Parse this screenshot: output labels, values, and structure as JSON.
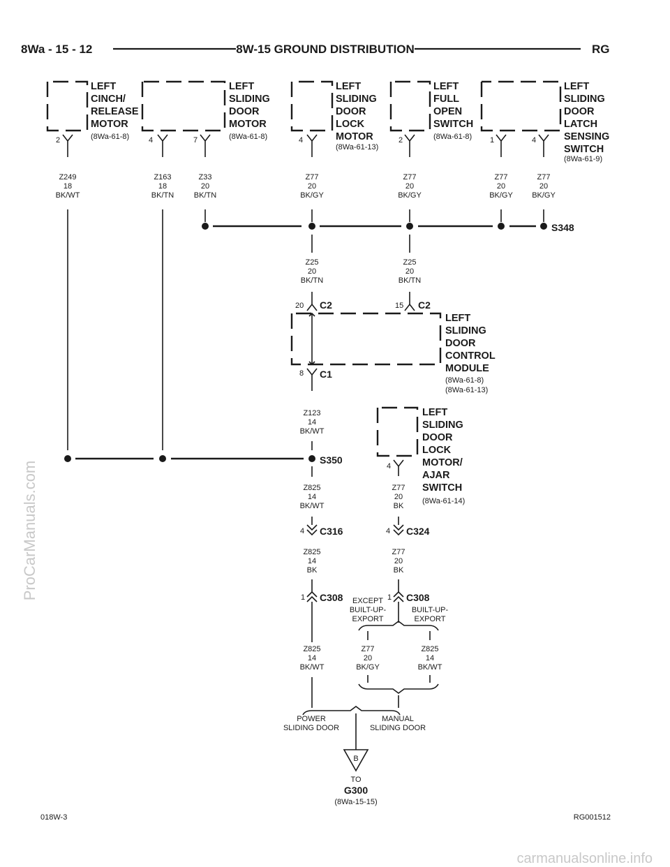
{
  "header": {
    "left": "8Wa - 15 - 12",
    "title": "8W-15 GROUND DISTRIBUTION",
    "right": "RG"
  },
  "components": {
    "cinch": {
      "lines": [
        "LEFT",
        "CINCH/",
        "RELEASE",
        "MOTOR"
      ],
      "ref": "(8Wa-61-8)"
    },
    "sdmotor": {
      "lines": [
        "LEFT",
        "SLIDING",
        "DOOR",
        "MOTOR"
      ],
      "ref": "(8Wa-61-8)"
    },
    "lockmotor": {
      "lines": [
        "LEFT",
        "SLIDING",
        "DOOR",
        "LOCK",
        "MOTOR"
      ],
      "ref": "(8Wa-61-13)"
    },
    "fullopen": {
      "lines": [
        "LEFT",
        "FULL",
        "OPEN",
        "SWITCH"
      ],
      "ref": "(8Wa-61-8)"
    },
    "latch": {
      "lines": [
        "LEFT",
        "SLIDING",
        "DOOR",
        "LATCH",
        "SENSING",
        "SWITCH"
      ],
      "ref": "(8Wa-61-9)"
    },
    "module": {
      "lines": [
        "LEFT",
        "SLIDING",
        "DOOR",
        "CONTROL",
        "MODULE"
      ],
      "ref1": "(8Wa-61-8)",
      "ref2": "(8Wa-61-13)"
    },
    "ajar": {
      "lines": [
        "LEFT",
        "SLIDING",
        "DOOR",
        "LOCK",
        "MOTOR/",
        "AJAR",
        "SWITCH"
      ],
      "ref": "(8Wa-61-14)"
    }
  },
  "pins": {
    "cinch": "2",
    "sdm1": "4",
    "sdm2": "7",
    "lock": "4",
    "fullopen": "2",
    "latch1": "1",
    "latch2": "4",
    "c2a": "20",
    "c2b": "15",
    "c1": "8",
    "ajar": "4",
    "c316": "4",
    "c324": "4",
    "c308a": "1",
    "c308b": "1"
  },
  "wires": {
    "z249": [
      "Z249",
      "18",
      "BK/WT"
    ],
    "z163": [
      "Z163",
      "18",
      "BK/TN"
    ],
    "z33": [
      "Z33",
      "20",
      "BK/TN"
    ],
    "z77a": [
      "Z77",
      "20",
      "BK/GY"
    ],
    "z77b": [
      "Z77",
      "20",
      "BK/GY"
    ],
    "z77c": [
      "Z77",
      "20",
      "BK/GY"
    ],
    "z77d": [
      "Z77",
      "20",
      "BK/GY"
    ],
    "z25a": [
      "Z25",
      "20",
      "BK/TN"
    ],
    "z25b": [
      "Z25",
      "20",
      "BK/TN"
    ],
    "z123": [
      "Z123",
      "14",
      "BK/WT"
    ],
    "z825a": [
      "Z825",
      "14",
      "BK/WT"
    ],
    "z77e": [
      "Z77",
      "20",
      "BK"
    ],
    "z825b": [
      "Z825",
      "14",
      "BK"
    ],
    "z77f": [
      "Z77",
      "20",
      "BK"
    ],
    "z825c": [
      "Z825",
      "14",
      "BK/WT"
    ],
    "z77g": [
      "Z77",
      "20",
      "BK/GY"
    ],
    "z825d": [
      "Z825",
      "14",
      "BK/WT"
    ]
  },
  "splices": {
    "s348": "S348",
    "s350": "S350"
  },
  "connectors": {
    "c2a": "C2",
    "c2b": "C2",
    "c1": "C1",
    "c316": "C316",
    "c324": "C324",
    "c308a": "C308",
    "c308b": "C308"
  },
  "options": {
    "except": [
      "EXCEPT",
      "BUILT-UP-",
      "EXPORT"
    ],
    "builtup": [
      "BUILT-UP-",
      "EXPORT"
    ],
    "power": [
      "POWER",
      "SLIDING DOOR"
    ],
    "manual": [
      "MANUAL",
      "SLIDING DOOR"
    ]
  },
  "ground": {
    "letter": "B",
    "to": "TO",
    "name": "G300",
    "ref": "(8Wa-15-15)"
  },
  "footer": {
    "left": "018W-3",
    "right": "RG001512"
  },
  "watermarks": {
    "side": "ProCarManuals.com",
    "bottom": "carmanualsonline.info"
  }
}
